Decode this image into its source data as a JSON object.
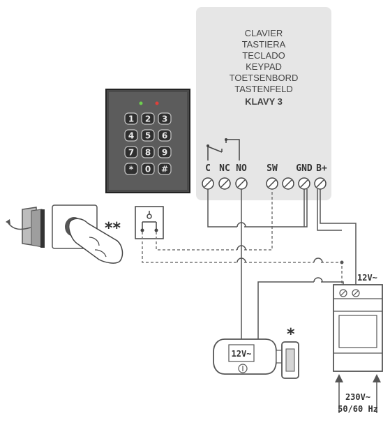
{
  "module": {
    "names": [
      "CLAVIER",
      "TASTIERA",
      "TECLADO",
      "KEYPAD",
      "TOETSENBORD",
      "TASTENFELD"
    ],
    "model": "KLAVY 3",
    "terminals": {
      "c": "C",
      "nc": "NC",
      "no": "NO",
      "sw": "SW",
      "gnd": "GND",
      "bplus": "B+"
    }
  },
  "keypad": {
    "keys": [
      "1",
      "2",
      "3",
      "4",
      "5",
      "6",
      "7",
      "8",
      "9",
      "*",
      "0",
      "#"
    ]
  },
  "lock": {
    "label": "12V~"
  },
  "power_supply": {
    "output_label": "12V~",
    "input_voltage": "230V~",
    "input_frequency": "50/60 Hz"
  },
  "notes": {
    "lock_note": "*",
    "button_note": "**"
  }
}
